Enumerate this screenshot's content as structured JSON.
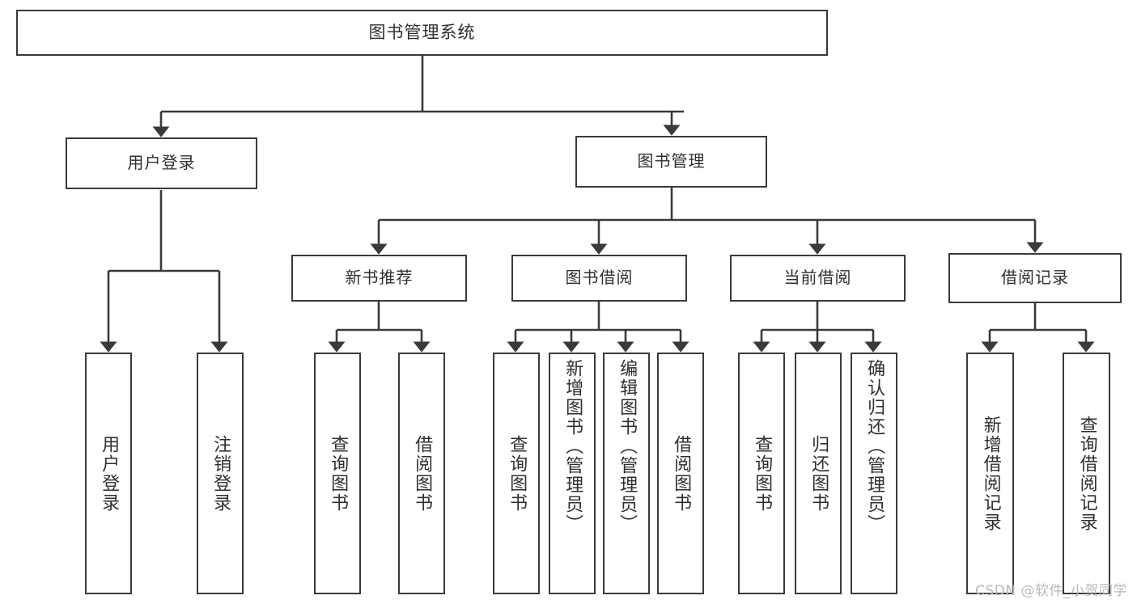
{
  "diagram": {
    "type": "tree-hierarchy",
    "title": "图书管理系统",
    "watermark": "CSDN @软件_小贺同学",
    "colors": {
      "box_border": "#3a3a3a",
      "box_fill": "#ffffff",
      "connector": "#3a3a3a",
      "text": "#2f2f2f",
      "watermark": "#b9b9b9"
    },
    "nodes": {
      "root": {
        "label": "图书管理系统"
      },
      "level1": [
        {
          "id": "user-login",
          "label": "用户登录"
        },
        {
          "id": "book-manage",
          "label": "图书管理"
        }
      ],
      "level2": [
        {
          "id": "new-book-recommend",
          "label": "新书推荐"
        },
        {
          "id": "book-borrow",
          "label": "图书借阅"
        },
        {
          "id": "current-borrow",
          "label": "当前借阅"
        },
        {
          "id": "borrow-record",
          "label": "借阅记录"
        }
      ],
      "leaves": {
        "user-login": [
          {
            "id": "leaf-user-login",
            "label": "用户登录"
          },
          {
            "id": "leaf-logout-login",
            "label": "注销登录"
          }
        ],
        "new-book-recommend": [
          {
            "id": "leaf-query-book-1",
            "label": "查询图书"
          },
          {
            "id": "leaf-borrow-book-1",
            "label": "借阅图书"
          }
        ],
        "book-borrow": [
          {
            "id": "leaf-query-book-2",
            "label": "查询图书"
          },
          {
            "id": "leaf-add-book",
            "label": "新增图书（管理员）"
          },
          {
            "id": "leaf-edit-book",
            "label": "编辑图书（管理员）"
          },
          {
            "id": "leaf-borrow-book-2",
            "label": "借阅图书"
          }
        ],
        "current-borrow": [
          {
            "id": "leaf-query-book-3",
            "label": "查询图书"
          },
          {
            "id": "leaf-return-book",
            "label": "归还图书"
          },
          {
            "id": "leaf-confirm-return",
            "label": "确认归还（管理员）"
          }
        ],
        "borrow-record": [
          {
            "id": "leaf-add-record",
            "label": "新增借阅记录"
          },
          {
            "id": "leaf-query-record",
            "label": "查询借阅记录"
          }
        ]
      }
    }
  }
}
